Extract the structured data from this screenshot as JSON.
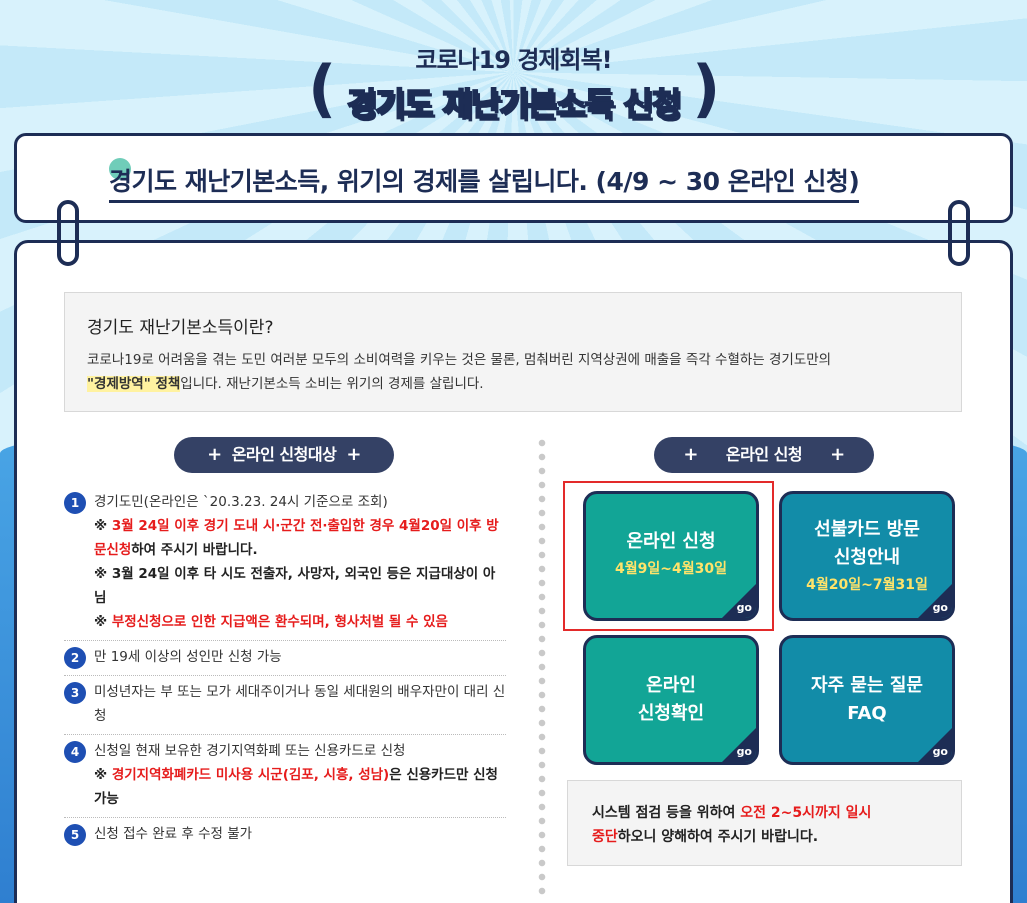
{
  "hero": {
    "subtitle": "코로나19 경제회복!",
    "title": "경기도 재난기본소득 신청",
    "paren_left": "(",
    "paren_right": ")"
  },
  "titlebar": {
    "text": "경기도 재난기본소득, 위기의 경제를 살립니다. (4/9 ~ 30 온라인 신청)"
  },
  "intro": {
    "heading": "경기도 재난기본소득이란?",
    "line1": "코로나19로 어려움을 겪는 도민 여러분 모두의 소비여력을 키우는 것은 물론, 멈춰버린 지역상권에 매출을 즉각 수혈하는 경기도만의",
    "highlight": "\"경제방역\" 정책",
    "line2": "입니다. 재난기본소득 소비는 위기의 경제를 살립니다."
  },
  "left_section": {
    "title": "온라인 신청대상",
    "plus": "+",
    "items": [
      {
        "num": "1",
        "text": "경기도민(온라인은 `20.3.23. 24시 기준으로 조회)",
        "note1_prefix": "※ ",
        "note1_red": "3월 24일 이후 경기 도내 시·군간 전·출입한 경우 4월20일 이후 방문신청",
        "note1_rest": "하여 주시기 바랍니다.",
        "note2": "※ 3월 24일 이후 타 시도 전출자, 사망자, 외국인 등은 지급대상이 아님",
        "note3_prefix": "※ ",
        "note3_red": "부정신청으로 인한 지급액은 환수되며, 형사처벌 될 수 있음"
      },
      {
        "num": "2",
        "text": "만 19세 이상의 성인만 신청 가능"
      },
      {
        "num": "3",
        "text": "미성년자는 부 또는 모가 세대주이거나 동일 세대원의 배우자만이 대리 신청"
      },
      {
        "num": "4",
        "text": "신청일 현재 보유한 경기지역화폐 또는 신용카드로 신청",
        "note_prefix": "※ ",
        "note_red": "경기지역화폐카드 미사용 시군(김포, 시흥, 성남)",
        "note_rest": "은 신용카드만 신청 가능"
      },
      {
        "num": "5",
        "text": "신청 접수 완료 후 수정 불가"
      }
    ]
  },
  "right_section": {
    "title": "온라인 신청",
    "plus": "+",
    "tiles": [
      {
        "label": "온라인 신청",
        "date": "4월9일~4월30일",
        "go": "go"
      },
      {
        "label1": "선불카드 방문",
        "label2": "신청안내",
        "date": "4월20일~7월31일",
        "go": "go"
      },
      {
        "label1": "온라인",
        "label2": "신청확인",
        "go": "go"
      },
      {
        "label1": "자주 묻는 질문",
        "label2": "FAQ",
        "go": "go"
      }
    ],
    "notice": {
      "part1": "시스템 점검 등을 위하여 ",
      "red1": "오전 2~5시까지 일시",
      "red2": "중단",
      "part2": "하오니 양해하여 주시기 바랍니다."
    }
  },
  "colors": {
    "navy": "#1d2d55",
    "green_tile": "#12a596",
    "teal_tile": "#128ca8",
    "accent_yellow": "#ffe36a",
    "alert_red": "#e61c1c"
  }
}
